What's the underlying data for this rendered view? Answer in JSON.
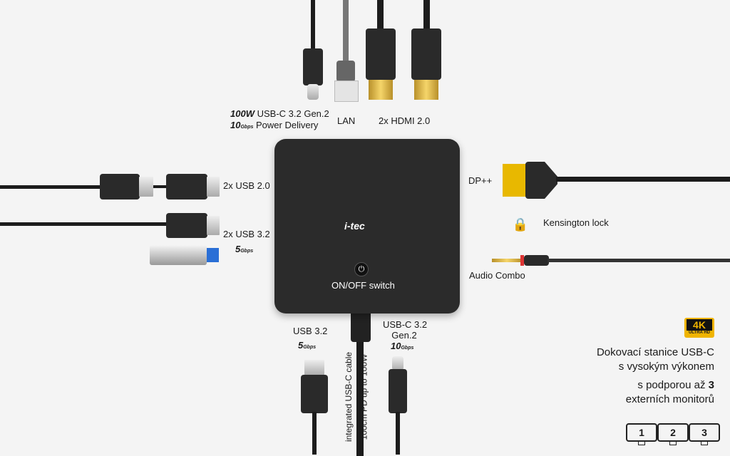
{
  "top": {
    "usbc_power": "100W",
    "usbc_label1": "USB-C 3.2 Gen.2",
    "usbc_speed": "10",
    "usbc_speed_unit": "Gbps",
    "usbc_label2": "Power Delivery",
    "lan": "LAN",
    "hdmi": "2x HDMI 2.0"
  },
  "left": {
    "usb20": "2x USB 2.0",
    "usb32": "2x USB 3.2",
    "usb32_speed": "5",
    "usb32_speed_unit": "Gbps"
  },
  "dock": {
    "logo": "i-tec",
    "switch": "ON/OFF switch"
  },
  "right": {
    "dp": "DP++",
    "kensington": "Kensington lock",
    "audio": "Audio Combo"
  },
  "bottom": {
    "usb32": "USB 3.2",
    "usb32_speed": "5",
    "usb32_speed_unit": "Gbps",
    "usbc_line1": "USB-C 3.2",
    "usbc_line2": "Gen.2",
    "usbc_speed": "10",
    "usbc_speed_unit": "Gbps",
    "cable1": "integrated USB-C cable",
    "cable2": "100cm PD up to 100W"
  },
  "promo": {
    "badge": "4K",
    "badge_sub": "ULTRA HD",
    "line1": "Dokovací stanice USB-C",
    "line2": "s vysokým výkonem",
    "line3": "s podporou až ",
    "line3_bold": "3",
    "line4": "externích monitorů",
    "monitors": [
      "1",
      "2",
      "3"
    ]
  }
}
